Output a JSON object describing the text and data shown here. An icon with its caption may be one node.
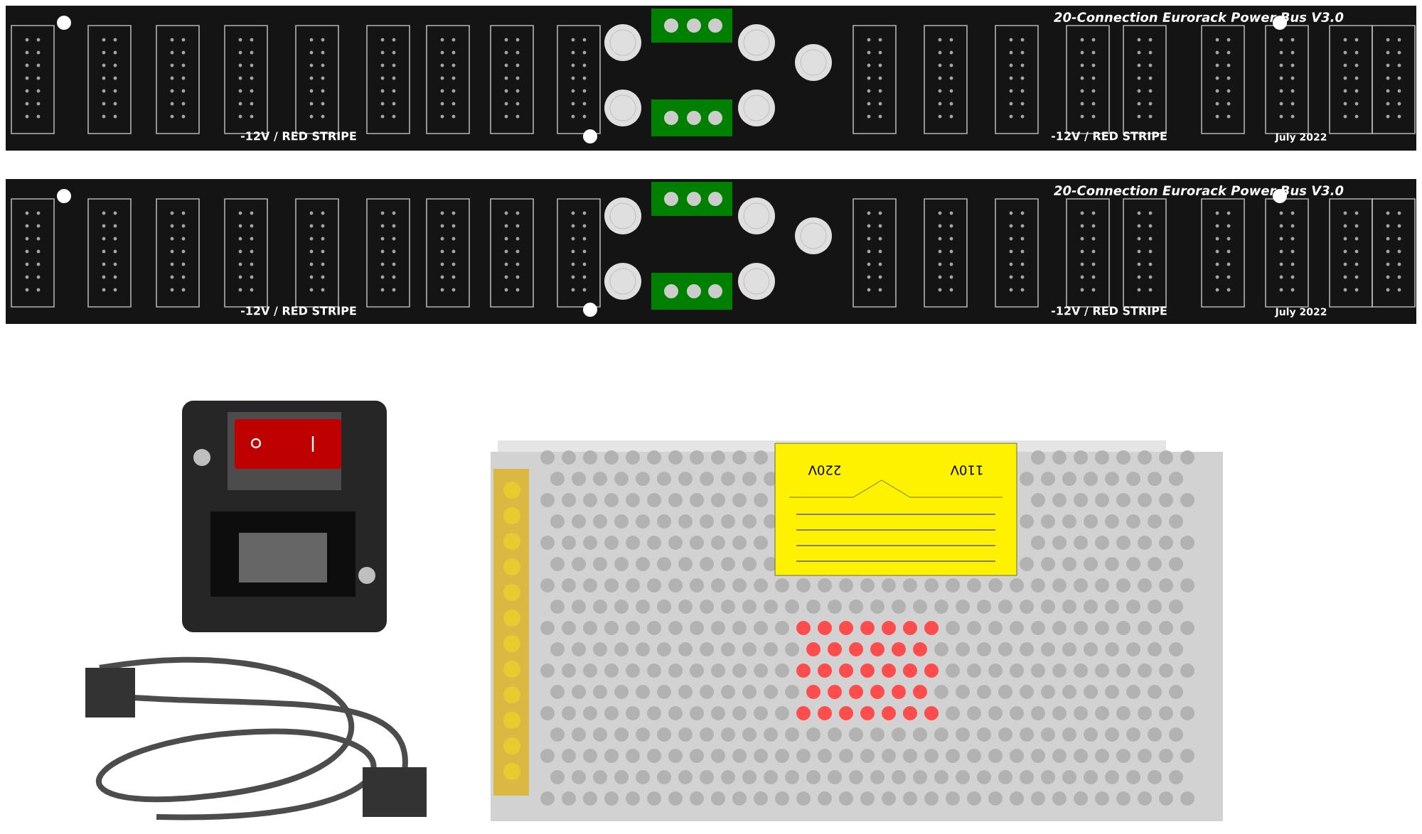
{
  "diagram": {
    "labels": [
      "20-Connection Eurorack Power Bus V3.0",
      "-12V / RED STRIPE",
      "-12V / RED STRIPE",
      "July 2022",
      "20-Connection Eurorack Power Bus V3.0",
      "-12V / RED STRIPE",
      "-12V / RED STRIPE",
      "July 2022",
      "220V",
      "110V"
    ]
  }
}
